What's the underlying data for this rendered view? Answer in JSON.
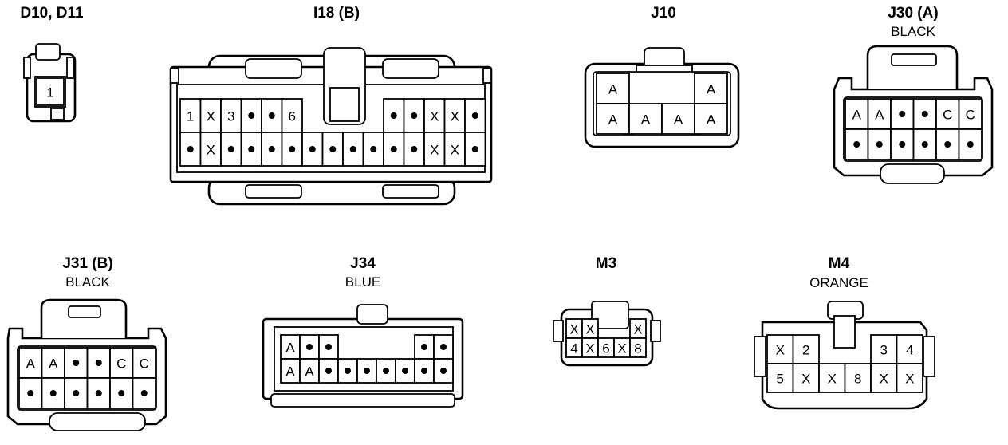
{
  "connectors": [
    {
      "id": "d10",
      "name": "D10, D11",
      "color": "",
      "rows": [
        [
          "1"
        ]
      ]
    },
    {
      "id": "i18",
      "name": "I18 (B)",
      "color": "",
      "rows": [
        [
          "1",
          "X",
          "3",
          "•",
          "•",
          "6",
          "",
          "",
          "",
          "",
          "•",
          "•",
          "X",
          "X",
          "•"
        ],
        [
          "•",
          "X",
          "•",
          "•",
          "•",
          "•",
          "•",
          "•",
          "•",
          "•",
          "•",
          "•",
          "X",
          "X",
          "•"
        ]
      ]
    },
    {
      "id": "j10",
      "name": "J10",
      "color": "",
      "rows": [
        [
          "A",
          "",
          "",
          "A"
        ],
        [
          "A",
          "A",
          "A",
          "A"
        ]
      ]
    },
    {
      "id": "j30",
      "name": "J30 (A)",
      "color": "BLACK",
      "rows": [
        [
          "A",
          "A",
          "•",
          "•",
          "C",
          "C"
        ],
        [
          "•",
          "•",
          "•",
          "•",
          "•",
          "•"
        ]
      ]
    },
    {
      "id": "j31",
      "name": "J31 (B)",
      "color": "BLACK",
      "rows": [
        [
          "A",
          "A",
          "•",
          "•",
          "C",
          "C"
        ],
        [
          "•",
          "•",
          "•",
          "•",
          "•",
          "•"
        ]
      ]
    },
    {
      "id": "j34",
      "name": "J34",
      "color": "BLUE",
      "rows": [
        [
          "A",
          "•",
          "•",
          "",
          "",
          "",
          "",
          "•",
          "•"
        ],
        [
          "A",
          "A",
          "•",
          "•",
          "•",
          "•",
          "•",
          "•",
          "•"
        ]
      ]
    },
    {
      "id": "m3",
      "name": "M3",
      "color": "",
      "rows": [
        [
          "X",
          "X",
          "",
          "",
          "X"
        ],
        [
          "4",
          "X",
          "6",
          "X",
          "8"
        ]
      ]
    },
    {
      "id": "m4",
      "name": "M4",
      "color": "ORANGE",
      "rows": [
        [
          "X",
          "2",
          "",
          "",
          "3",
          "4"
        ],
        [
          "5",
          "X",
          "X",
          "8",
          "X",
          "X"
        ]
      ]
    }
  ]
}
